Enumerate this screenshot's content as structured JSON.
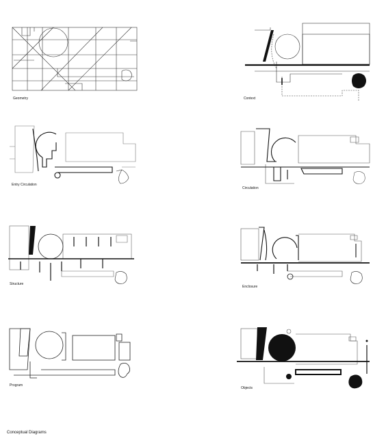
{
  "sheet_title": "Conceptual Diagrams",
  "panels": [
    {
      "id": "geometry",
      "label": "Geometry"
    },
    {
      "id": "context",
      "label": "Context"
    },
    {
      "id": "entry-circulation",
      "label": "Entry Circulation"
    },
    {
      "id": "circulation",
      "label": "Circulation"
    },
    {
      "id": "structure",
      "label": "Structure"
    },
    {
      "id": "enclosure",
      "label": "Enclosure"
    },
    {
      "id": "program",
      "label": "Program"
    },
    {
      "id": "objects",
      "label": "Objects"
    }
  ]
}
